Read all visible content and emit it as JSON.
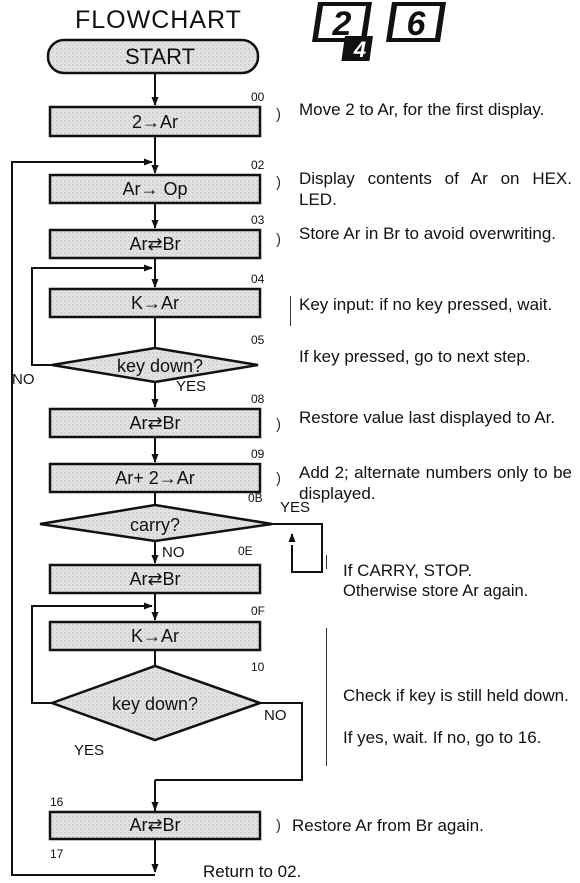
{
  "title": "FLOWCHART",
  "logo_digits": [
    "2",
    "4",
    "6"
  ],
  "start_label": "START",
  "boxes": {
    "b00": "2→Ar",
    "b02": "Ar→ Op",
    "b03": "Ar⇄Br",
    "b04": "K→Ar",
    "b08": "Ar⇄Br",
    "b09": "Ar+ 2→Ar",
    "b0E": "Ar⇄Br",
    "b0F": "K→Ar",
    "b16": "Ar⇄Br"
  },
  "decisions": {
    "d05": "key down?",
    "d0B": "carry?",
    "d10": "key down?"
  },
  "addresses": {
    "a00": "00",
    "a02": "02",
    "a03": "03",
    "a04": "04",
    "a05": "05",
    "a08": "08",
    "a09": "09",
    "a0B": "0B",
    "a0E": "0E",
    "a0F": "0F",
    "a10": "10",
    "a16": "16",
    "a17": "17"
  },
  "branch_labels": {
    "no_05": "NO",
    "yes_05": "YES",
    "yes_0B": "YES",
    "no_0B": "NO",
    "no_10": "NO",
    "yes_10": "YES"
  },
  "notes": {
    "n00": "Move 2 to Ar, for the first display.",
    "n02": "Display contents of Ar on HEX. LED.",
    "n03": "Store Ar in Br to avoid overwriting.",
    "n04": "Key input: if no key pressed, wait.",
    "n05": "If key pressed, go to next step.",
    "n08": "Restore value last displayed to Ar.",
    "n09": "Add 2; alternate numbers only to be displayed.",
    "n0B_1": "If CARRY, STOP.",
    "n0B_2": "Otherwise store Ar again.",
    "n10_1": "Check if key is still held down.",
    "n10_2": "If yes, wait. If no, go to 16.",
    "n16": "Restore Ar from Br again.",
    "n17": "Return to 02."
  }
}
